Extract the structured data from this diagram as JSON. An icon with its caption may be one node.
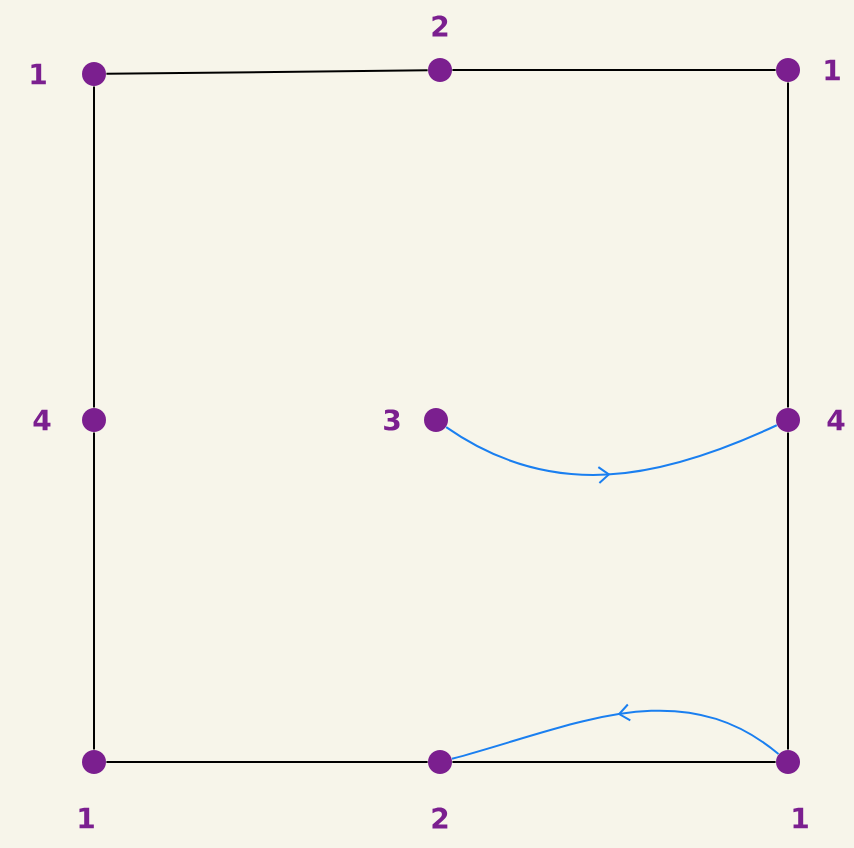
{
  "diagram": {
    "nodes": [
      {
        "text": [],
        "shape": "circle",
        "beside": [
          "1"
        ]
      },
      {
        "text": [],
        "shape": "circle",
        "beside": [
          "2"
        ]
      },
      {
        "text": [],
        "shape": "circle",
        "beside": [
          "1"
        ]
      },
      {
        "text": [],
        "shape": "circle",
        "beside": [
          "4"
        ]
      },
      {
        "text": [],
        "shape": "circle",
        "beside": [
          "3"
        ]
      },
      {
        "text": [],
        "shape": "circle",
        "beside": [
          "4"
        ]
      },
      {
        "text": [],
        "shape": "circle",
        "beside": [
          "1"
        ]
      },
      {
        "text": [],
        "shape": "circle",
        "beside": [
          "2"
        ]
      },
      {
        "text": [],
        "shape": "circle",
        "beside": [
          "1"
        ]
      }
    ],
    "edges": [
      {
        "from": 0,
        "to": 1,
        "arrow": "none"
      },
      {
        "from": 1,
        "to": 2,
        "arrow": "none"
      },
      {
        "from": 2,
        "to": 5,
        "arrow": "none"
      },
      {
        "from": 5,
        "to": 8,
        "arrow": "none"
      },
      {
        "from": 8,
        "to": 7,
        "arrow": "none"
      },
      {
        "from": 7,
        "to": 6,
        "arrow": "none"
      },
      {
        "from": 6,
        "to": 3,
        "arrow": "none"
      },
      {
        "from": 3,
        "to": 0,
        "arrow": "none"
      },
      {
        "from": 4,
        "to": 5,
        "arrow": "to",
        "color": "#1a7ff0"
      },
      {
        "from": 8,
        "to": 7,
        "arrow": "to",
        "color": "#1a7ff0"
      }
    ]
  }
}
